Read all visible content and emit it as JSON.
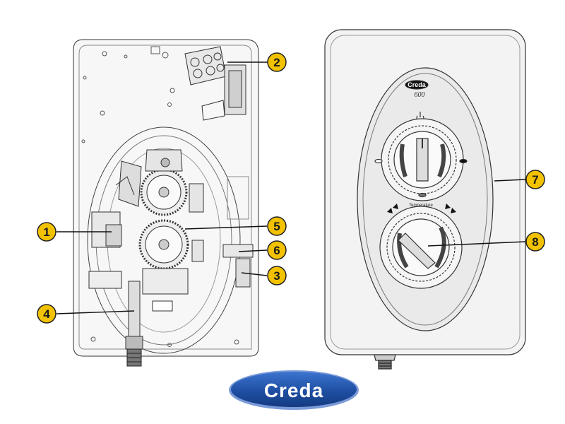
{
  "callouts": [
    {
      "id": "1",
      "label": "1"
    },
    {
      "id": "2",
      "label": "2"
    },
    {
      "id": "3",
      "label": "3"
    },
    {
      "id": "4",
      "label": "4"
    },
    {
      "id": "5",
      "label": "5"
    },
    {
      "id": "6",
      "label": "6"
    },
    {
      "id": "7",
      "label": "7"
    },
    {
      "id": "8",
      "label": "8"
    }
  ],
  "front_panel": {
    "brand": "Creda",
    "model": "600",
    "temperature_label": "Temperature"
  },
  "logo": {
    "text": "Creda"
  },
  "colors": {
    "callout_fill": "#f2c200",
    "callout_stroke": "#222222",
    "logo_blue": "#1f4fa3",
    "line": "#333333",
    "panel_fill": "#f3f3f3"
  }
}
